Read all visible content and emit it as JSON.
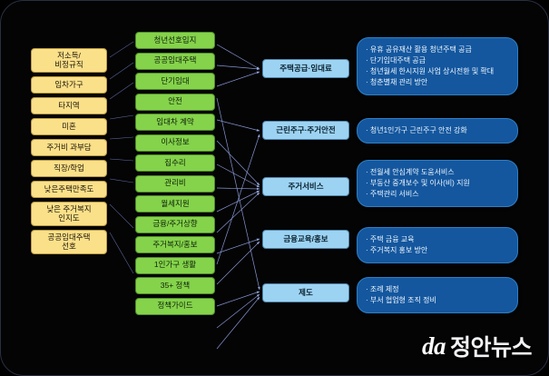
{
  "diagram": {
    "background_color": "#040405",
    "accent_yellow": "#fbe08a",
    "accent_green": "#84d34b",
    "accent_teal": "#9dd3f2",
    "accent_blue": "#14579e",
    "link_color": "#aab4e8"
  },
  "causes": [
    {
      "label": "저소득/\n비정규직",
      "lines": [
        "저소득/",
        "비정규직"
      ]
    },
    {
      "label": "임차가구",
      "lines": [
        "임차가구"
      ]
    },
    {
      "label": "타지역",
      "lines": [
        "타지역"
      ]
    },
    {
      "label": "미혼",
      "lines": [
        "미혼"
      ]
    },
    {
      "label": "주거비 과부담",
      "lines": [
        "주거비 과부담"
      ]
    },
    {
      "label": "직장/학업",
      "lines": [
        "직장/학업"
      ]
    },
    {
      "label": "낮은주택만족도",
      "lines": [
        "낮은주택만족도"
      ]
    },
    {
      "label": "낮은 주거복지\n인지도",
      "lines": [
        "낮은 주거복지",
        "인지도"
      ]
    },
    {
      "label": "공공임대주택\n선호",
      "lines": [
        "공공임대주택",
        "선호"
      ]
    }
  ],
  "needs": [
    {
      "label": "청년선호입지"
    },
    {
      "label": "공공임대주택"
    },
    {
      "label": "단기임대"
    },
    {
      "label": "안전"
    },
    {
      "label": "임대차 계약"
    },
    {
      "label": "이사정보"
    },
    {
      "label": "집수리"
    },
    {
      "label": "관리비"
    },
    {
      "label": "월세지원"
    },
    {
      "label": "금융/주거상향"
    },
    {
      "label": "주거복지/홍보"
    },
    {
      "label": "1인가구 생활"
    },
    {
      "label": "35+ 정책"
    },
    {
      "label": "정책가이드"
    }
  ],
  "themes": [
    {
      "label": "주택공급·임대료"
    },
    {
      "label": "근린주구·주거안전"
    },
    {
      "label": "주거서비스"
    },
    {
      "label": "금융교육/홍보"
    },
    {
      "label": "제도"
    }
  ],
  "actions": [
    {
      "bullets": [
        "유휴 공유재산 활용 청년주택 공급",
        "단기임대주택 공급",
        "청년월세 한시지원 사업 상시전환 및 확대",
        "청춘별채 관리 방안"
      ]
    },
    {
      "bullets": [
        "청년1인가구 근린주구 안전 강화"
      ]
    },
    {
      "bullets": [
        "전월세 안심계약 도움서비스",
        "부동산 중개보수 및 이사(비) 지원",
        "주택관리 서비스"
      ]
    },
    {
      "bullets": [
        "주택 금융 교육",
        "주거복지 홍보 방안"
      ]
    },
    {
      "bullets": [
        "조례 제정",
        "부서 협업형 조직 정비"
      ]
    }
  ],
  "watermark": {
    "mark": "da",
    "text": "정안뉴스"
  }
}
